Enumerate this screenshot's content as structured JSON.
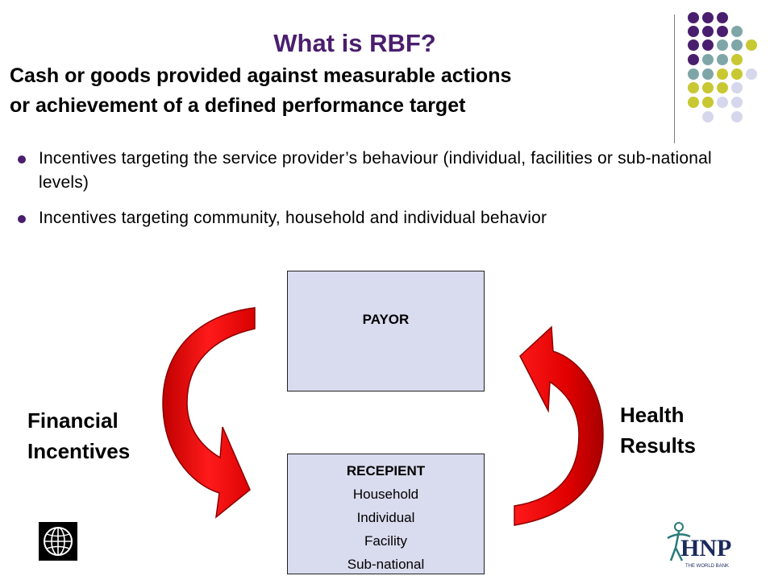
{
  "title": "What is RBF?",
  "subtitle_lines": [
    "Cash or goods provided against measurable actions",
    "or achievement of a defined performance target"
  ],
  "bullets": [
    "Incentives targeting the service provider’s behaviour (individual, facilities or sub-national levels)",
    "Incentives targeting community, household and individual behavior"
  ],
  "payor": {
    "label": "PAYOR"
  },
  "recipient": {
    "label": "RECEPIENT",
    "items": [
      "Household",
      "Individual",
      "Facility",
      "Sub-national"
    ]
  },
  "left_label": [
    "Financial",
    "Incentives"
  ],
  "right_label": [
    "Health",
    "Results"
  ],
  "logos": {
    "left": "world-bank-globe-logo",
    "right": {
      "text": "HNP",
      "tagline": "THE WORLD BANK"
    }
  },
  "colors": {
    "title": "#4a1e6e",
    "arrow_light": "#ff1a1a",
    "arrow_dark": "#c00000",
    "box_fill": "#d9dbee",
    "dot_purple": "#4a1e6e",
    "dot_teal": "#7fa6a6",
    "dot_yellow": "#c8c832",
    "dot_lavender": "#d6d6ec"
  }
}
